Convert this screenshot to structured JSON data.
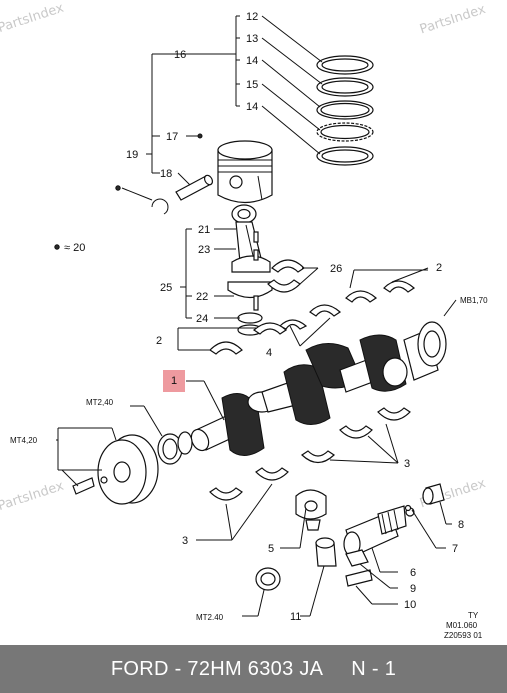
{
  "watermark": "PartsIndex",
  "highlight_label": "1",
  "callouts": {
    "c12": "12",
    "c13": "13",
    "c14a": "14",
    "c15": "15",
    "c14b": "14",
    "c16": "16",
    "c17": "17",
    "c18": "18",
    "c19": "19",
    "c20": "≈ 20",
    "c21": "21",
    "c23": "23",
    "c25": "25",
    "c22": "22",
    "c24": "24",
    "c26": "26",
    "c2a": "2",
    "c2b": "2",
    "c4": "4",
    "mb": "MB1,70",
    "mt240a": "MT2,40",
    "mt420": "MT4,20",
    "c3a": "3",
    "c3b": "3",
    "c5": "5",
    "c8": "8",
    "c7": "7",
    "c6": "6",
    "c9": "9",
    "c10": "10",
    "c11": "11",
    "mt240b": "MT2.40"
  },
  "ref": {
    "line1": "TY",
    "line2": "M01.060",
    "line3": "Z20593 01"
  },
  "footer": {
    "part": "FORD - 72HM 6303 JA",
    "count": "N - 1"
  }
}
